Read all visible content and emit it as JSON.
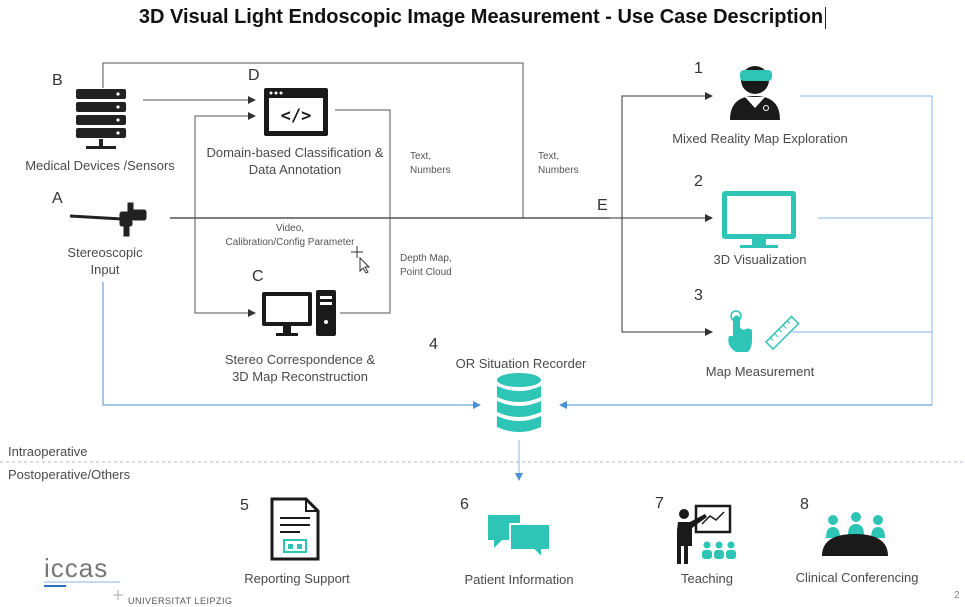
{
  "title": "3D Visual Light Endoscopic Image Measurement - Use Case Description",
  "sources": {
    "B": {
      "letter": "B",
      "label": "Medical Devices /Sensors",
      "icon": "server-icon"
    },
    "A": {
      "letter": "A",
      "label_line1": "Stereoscopic",
      "label_line2": "Input",
      "icon": "endoscope-icon"
    }
  },
  "processes": {
    "D": {
      "letter": "D",
      "label_line1": "Domain-based  Classification &",
      "label_line2": "Data Annotation",
      "icon": "code-window-icon"
    },
    "C": {
      "letter": "C",
      "label_line1": "Stereo Correspondence  &",
      "label_line2": "3D Map Reconstruction",
      "icon": "workstation-icon"
    },
    "E": {
      "letter": "E"
    }
  },
  "edge_labels": {
    "text_numbers_1": {
      "line1": "Text,",
      "line2": "Numbers"
    },
    "text_numbers_2": {
      "line1": "Text,",
      "line2": "Numbers"
    },
    "video": {
      "line1": "Video,",
      "line2": "Calibration/Config Parameter"
    },
    "depth": {
      "line1": "Depth Map,",
      "line2": "Point Cloud"
    }
  },
  "outputs": [
    {
      "num": "1",
      "label": "Mixed Reality Map Exploration",
      "icon": "vr-surgeon-icon"
    },
    {
      "num": "2",
      "label": "3D Visualization",
      "icon": "monitor-icon"
    },
    {
      "num": "3",
      "label": "Map Measurement",
      "icon": "touch-ruler-icon"
    }
  ],
  "recorder": {
    "num": "4",
    "label": "OR Situation Recorder",
    "icon": "database-icon"
  },
  "phases": {
    "intra": "Intraoperative",
    "post": "Postoperative/Others"
  },
  "post_uses": [
    {
      "num": "5",
      "label": "Reporting Support",
      "icon": "report-icon"
    },
    {
      "num": "6",
      "label": "Patient Information",
      "icon": "chat-icon"
    },
    {
      "num": "7",
      "label": "Teaching",
      "icon": "teaching-icon"
    },
    {
      "num": "8",
      "label": "Clinical Conferencing",
      "icon": "conference-icon"
    }
  ],
  "footer": {
    "logo": "iccas",
    "university": "UNIVERSITAT LEIPZIG",
    "page": "2"
  },
  "colors": {
    "teal": "#2ec4b6",
    "blue_line": "#8ab6e6",
    "arrow": "#333333",
    "dark": "#1a1a1a"
  }
}
